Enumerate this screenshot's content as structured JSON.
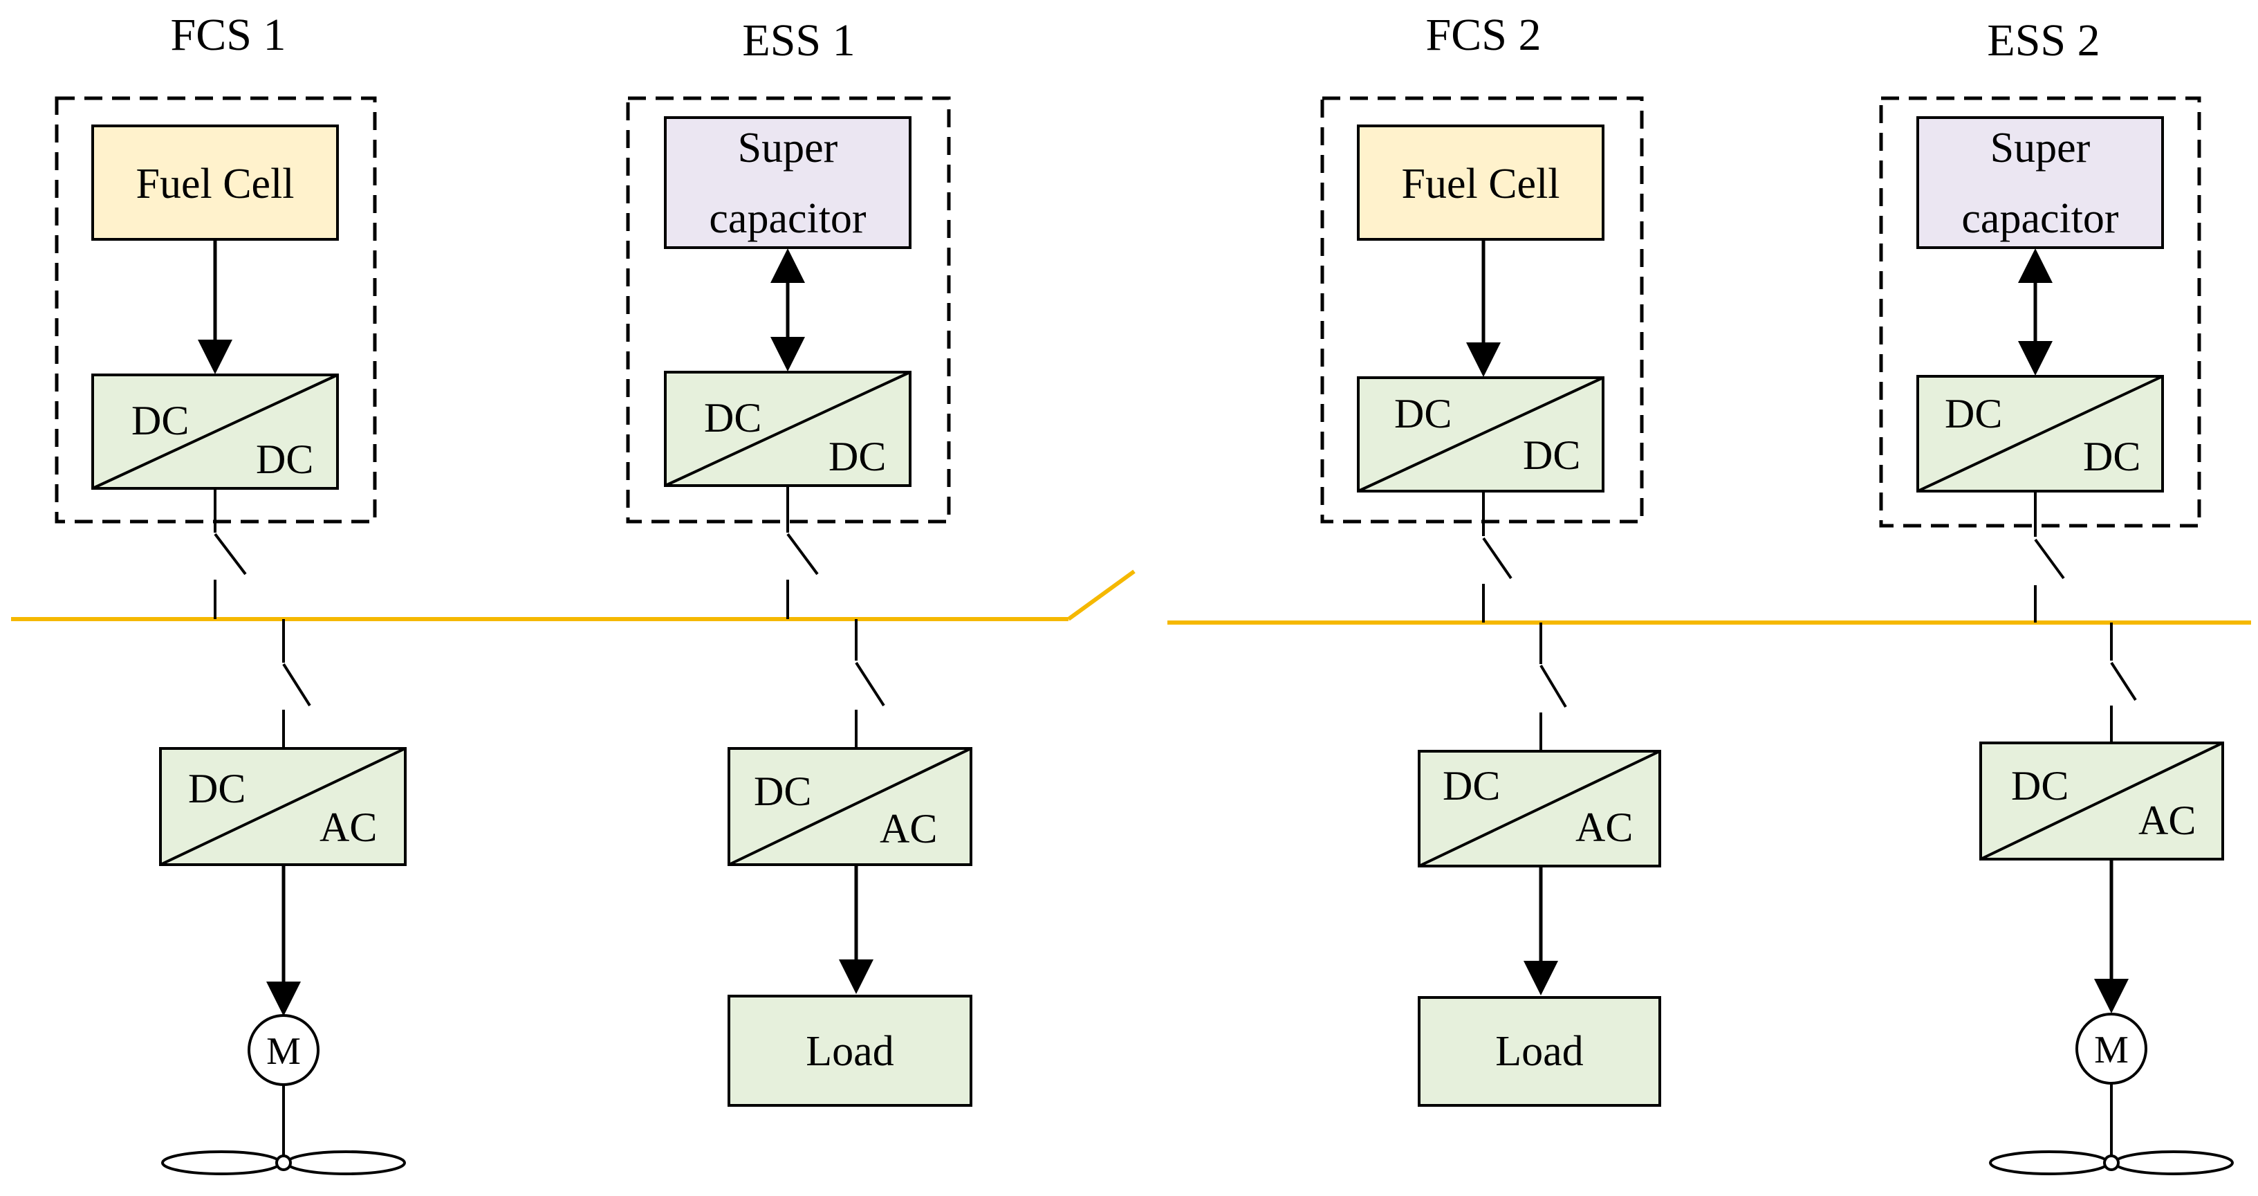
{
  "colors": {
    "fuel_cell_fill": "#fff2cc",
    "supercap_fill": "#ebe6f2",
    "converter_fill": "#e6f0dc",
    "bus": "#f5b800",
    "stroke": "#000000"
  },
  "sections": [
    {
      "title": "FCS 1",
      "source": "Fuel Cell",
      "source_type": "fuel-cell",
      "conv_top": "DC",
      "conv_bottom": "DC",
      "out_left": "DC",
      "out_right": "AC",
      "load_type": "motor",
      "load_label": "M"
    },
    {
      "title": "ESS 1",
      "source_line1": "Super",
      "source_line2": "capacitor",
      "source_type": "supercapacitor",
      "conv_top": "DC",
      "conv_bottom": "DC",
      "out_left": "DC",
      "out_right": "AC",
      "load_type": "load",
      "load_label": "Load"
    },
    {
      "title": "FCS 2",
      "source": "Fuel Cell",
      "source_type": "fuel-cell",
      "conv_top": "DC",
      "conv_bottom": "DC",
      "out_left": "DC",
      "out_right": "AC",
      "load_type": "load",
      "load_label": "Load"
    },
    {
      "title": "ESS 2",
      "source_line1": "Super",
      "source_line2": "capacitor",
      "source_type": "supercapacitor",
      "conv_top": "DC",
      "conv_bottom": "DC",
      "out_left": "DC",
      "out_right": "AC",
      "load_type": "motor",
      "load_label": "M"
    }
  ],
  "icons": {
    "motor": "motor-icon",
    "propeller": "propeller-icon",
    "switch": "switch-icon",
    "bus_tie": "bus-tie-switch-icon"
  }
}
